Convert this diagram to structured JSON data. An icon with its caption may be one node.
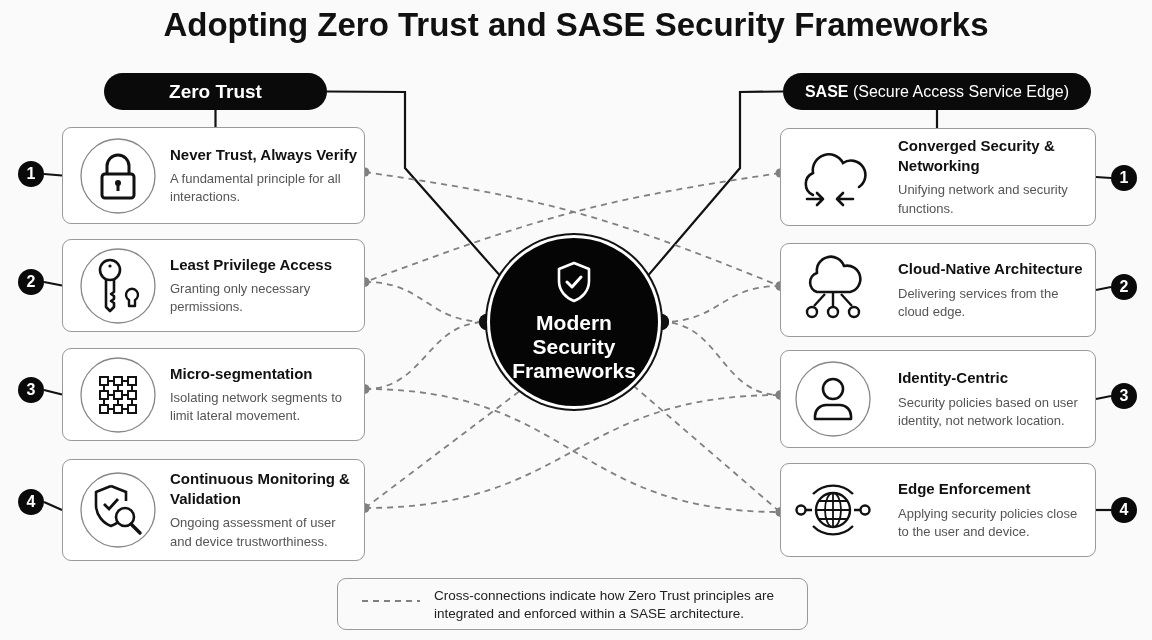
{
  "diagram": {
    "title": "Adopting Zero Trust and SASE Security Frameworks",
    "nodes": [
      {
        "text": [
          "Zero Trust"
        ]
      },
      {
        "text": [
          "**SASE** (Secure Access Service Edge)"
        ]
      },
      {
        "text": [
          "Modern Security Frameworks"
        ]
      },
      {
        "text": [
          "Never Trust, Always Verify",
          "A fundamental principle for all interactions."
        ]
      },
      {
        "text": [
          "Least Privilege Access",
          "Granting only necessary permissions."
        ]
      },
      {
        "text": [
          "Micro-segmentation",
          "Isolating network segments to limit lateral movement."
        ]
      },
      {
        "text": [
          "Continuous Monitoring & Validation",
          "Ongoing assessment of user and device trustworthiness."
        ]
      },
      {
        "text": [
          "Converged Security & Networking",
          "Unifying network and security functions."
        ]
      },
      {
        "text": [
          "Cloud-Native Architecture",
          "Delivering services from the cloud edge."
        ]
      },
      {
        "text": [
          "Identity-Centric",
          "Security policies based on user identity, not network location."
        ]
      },
      {
        "text": [
          "Edge Enforcement",
          "Applying security policies close to the user and device."
        ]
      },
      {
        "text": [
          "1"
        ]
      },
      {
        "text": [
          "2"
        ]
      },
      {
        "text": [
          "3"
        ]
      },
      {
        "text": [
          "4"
        ]
      },
      {
        "text": [
          "1"
        ]
      },
      {
        "text": [
          "2"
        ]
      },
      {
        "text": [
          "3"
        ]
      },
      {
        "text": [
          "4"
        ]
      }
    ],
    "edges": [
      {
        "from": 0,
        "to": 2,
        "arrow": "none"
      },
      {
        "from": 1,
        "to": 2,
        "arrow": "none"
      },
      {
        "from": 0,
        "to": 3,
        "arrow": "none"
      },
      {
        "from": 1,
        "to": 7,
        "arrow": "none"
      },
      {
        "from": 11,
        "to": 3,
        "arrow": "none"
      },
      {
        "from": 12,
        "to": 4,
        "arrow": "none"
      },
      {
        "from": 13,
        "to": 5,
        "arrow": "none"
      },
      {
        "from": 14,
        "to": 6,
        "arrow": "none"
      },
      {
        "from": 15,
        "to": 7,
        "arrow": "none"
      },
      {
        "from": 16,
        "to": 8,
        "arrow": "none"
      },
      {
        "from": 17,
        "to": 9,
        "arrow": "none"
      },
      {
        "from": 18,
        "to": 10,
        "arrow": "none"
      },
      {
        "from": 3,
        "to": 8,
        "arrow": "other",
        "style": "dashed",
        "color": "#808080"
      },
      {
        "from": 7,
        "to": 4,
        "arrow": "other",
        "style": "dashed",
        "color": "#808080"
      },
      {
        "from": 4,
        "to": 2,
        "arrow": "other",
        "style": "dashed",
        "color": "#808080"
      },
      {
        "from": 5,
        "to": 2,
        "arrow": "other",
        "style": "dashed",
        "color": "#808080"
      },
      {
        "from": 5,
        "to": 10,
        "arrow": "other",
        "style": "dashed",
        "color": "#808080"
      },
      {
        "from": 6,
        "to": 2,
        "arrow": "other",
        "style": "dashed",
        "color": "#808080"
      },
      {
        "from": 6,
        "to": 9,
        "arrow": "other",
        "style": "dashed",
        "color": "#808080"
      },
      {
        "from": 2,
        "to": 8,
        "arrow": "other",
        "style": "dashed",
        "color": "#808080"
      },
      {
        "from": 2,
        "to": 9,
        "arrow": "other",
        "style": "dashed",
        "color": "#808080"
      },
      {
        "from": 2,
        "to": 10,
        "arrow": "other",
        "style": "dashed",
        "color": "#808080"
      }
    ],
    "legend": [
      {
        "text": "Cross-connections indicate how Zero Trust principles are integrated and enforced within a SASE architecture."
      }
    ]
  }
}
